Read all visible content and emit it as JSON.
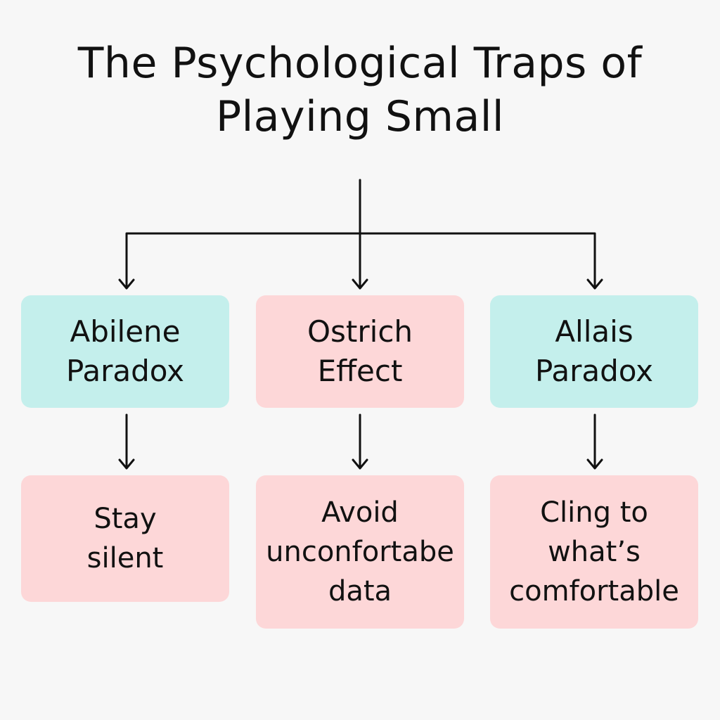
{
  "title": {
    "line1": "The Psychological Traps of",
    "line2": "Playing Small"
  },
  "traps": [
    {
      "name_line1": "Abilene",
      "name_line2": "Paradox",
      "behavior_lines": [
        "Stay",
        "silent"
      ],
      "color": "#c4efec"
    },
    {
      "name_line1": "Ostrich",
      "name_line2": "Effect",
      "behavior_lines": [
        "Avoid",
        "unconfortabe",
        "data"
      ],
      "color": "#fdd7d8"
    },
    {
      "name_line1": "Allais",
      "name_line2": "Paradox",
      "behavior_lines": [
        "Cling to",
        "what’s",
        "comfortable"
      ],
      "color": "#c4efec"
    }
  ],
  "colors": {
    "teal": "#c4efec",
    "pink": "#fdd7d8",
    "line": "#111111",
    "background": "#f7f7f7"
  }
}
